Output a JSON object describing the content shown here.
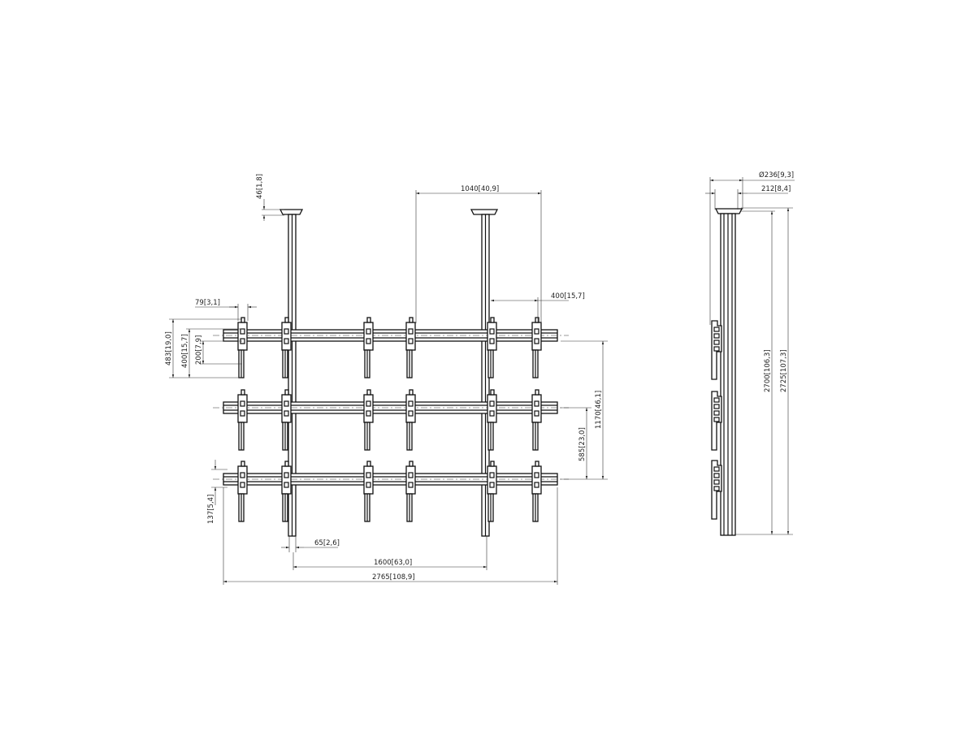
{
  "drawing": {
    "line_color": "#111111",
    "front_view": {
      "dims": {
        "plate_height": "46[1,8]",
        "pole_spacing_right": "1040[40,9]",
        "bracket_offset": "400[15,7]",
        "bracket_width": "79[3,1]",
        "bracket_height": "483[19,0]",
        "bracket_span": "400[15,7]",
        "bracket_inner": "200[7,9]",
        "row_total": "1170[46,1]",
        "row_pitch": "585[23,0]",
        "rail_offset": "137[5,4]",
        "pole_width": "65[2,6]",
        "pole_spacing": "1600[63,0]",
        "total_width": "2765[108,9]"
      }
    },
    "side_view": {
      "dims": {
        "plate_diameter": "Ø236[9,3]",
        "plate_inner": "212[8,4]",
        "pole_length": "2700[106,3]",
        "total_height": "2725[107,3]"
      }
    }
  }
}
